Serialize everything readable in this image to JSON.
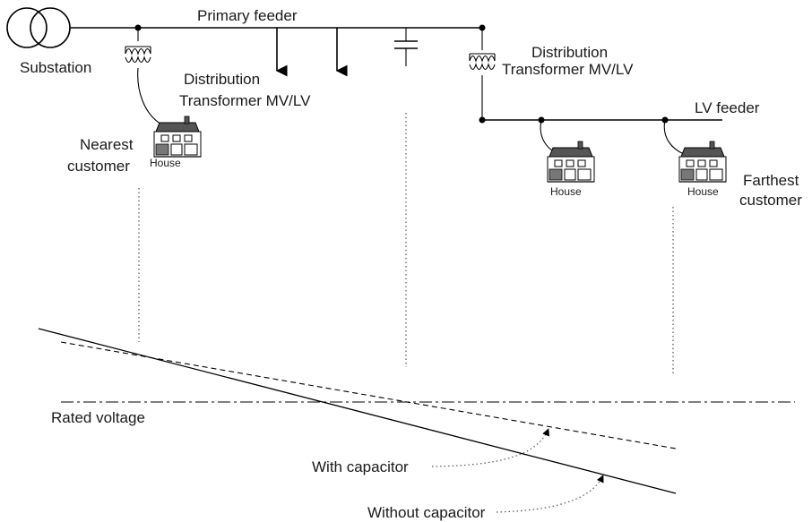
{
  "labels": {
    "substation": "Substation",
    "primary_feeder": "Primary feeder",
    "dist_transformer_1": {
      "line1": "Distribution",
      "line2": "Transformer MV/LV"
    },
    "dist_transformer_2": {
      "line1": "Distribution",
      "line2": "Transformer MV/LV"
    },
    "lv_feeder": "LV feeder",
    "nearest_customer": {
      "line1": "Nearest",
      "line2": "customer"
    },
    "farthest_customer": {
      "line1": "Farthest",
      "line2": "customer"
    },
    "house": "House",
    "rated_voltage": "Rated voltage",
    "with_capacitor": "With capacitor",
    "without_capacitor": "Without capacitor"
  },
  "icons": [
    "substation-transformer-icon",
    "transformer-coil-icon",
    "load-arrow-icon",
    "capacitor-icon",
    "house-icon"
  ],
  "colors": {
    "ink": "#000000",
    "text": "#1a1a1a",
    "guide": "#555555"
  }
}
